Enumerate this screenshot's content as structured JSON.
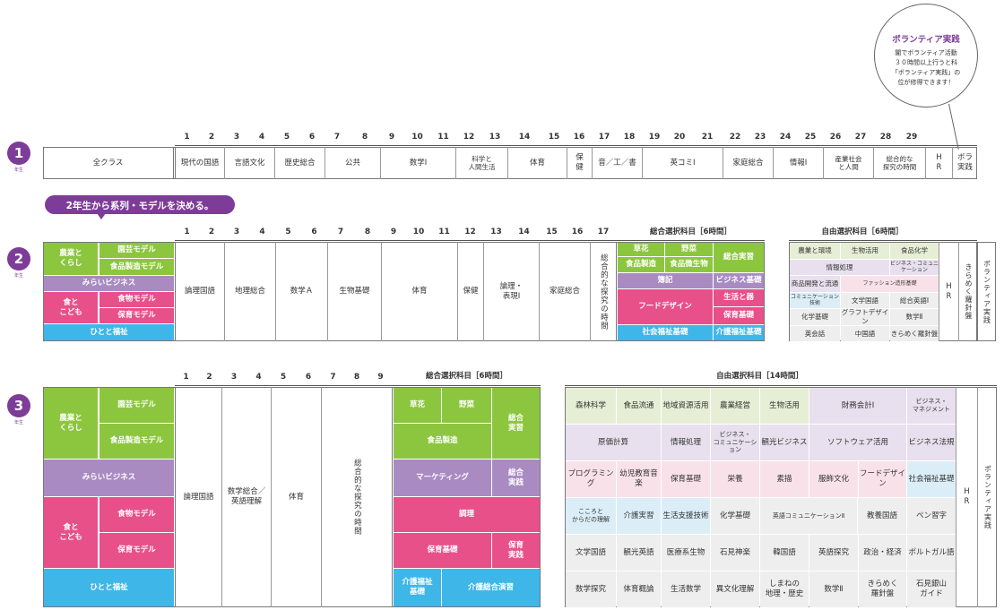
{
  "grades": {
    "g1": {
      "number": "1",
      "suffix": "年生"
    },
    "g2": {
      "number": "2",
      "suffix": "年生"
    },
    "g3": {
      "number": "3",
      "suffix": "年生"
    }
  },
  "bubble": {
    "title": "ボランティア実践",
    "body": "闇でボランティア活動\n３０時間以上行うと科\n「ボランティア実践」の\n位が修得できます！"
  },
  "callout": "2年生から系列・モデルを決める。",
  "g1": {
    "numbers": [
      "1",
      "2",
      "3",
      "4",
      "5",
      "6",
      "7",
      "8",
      "9",
      "10",
      "11",
      "12",
      "13",
      "14",
      "15",
      "16",
      "17",
      "18",
      "19",
      "20",
      "21",
      "22",
      "23",
      "24",
      "25",
      "26",
      "27",
      "28",
      "29"
    ],
    "allclass": "全クラス",
    "subjects": [
      {
        "label": "現代の国語"
      },
      {
        "label": "言語文化"
      },
      {
        "label": "歴史総合"
      },
      {
        "label": "公共"
      },
      {
        "label": "数学Ⅰ"
      },
      {
        "label": "科学と\n人間生活"
      },
      {
        "label": "体育"
      },
      {
        "label": "保\n健"
      },
      {
        "label": "音／工／書"
      },
      {
        "label": "英コミⅠ"
      },
      {
        "label": "家庭総合"
      },
      {
        "label": "情報Ⅰ"
      },
      {
        "label": "産業社会\nと人間"
      },
      {
        "label": "総合的な\n探究の時間"
      },
      {
        "label": "H\nR"
      },
      {
        "label": "ボラ\n実践"
      }
    ]
  },
  "g2": {
    "numbers": [
      "1",
      "2",
      "3",
      "4",
      "5",
      "6",
      "7",
      "8",
      "9",
      "10",
      "11",
      "12",
      "13",
      "14",
      "15",
      "16",
      "17"
    ],
    "courses": {
      "agri": "農業と\nくらし",
      "engei": "園芸モデル",
      "shoku": "食品製造モデル",
      "mirai": "みらいビジネス",
      "food": "食と\nこども",
      "shokumotsu": "食物モデル",
      "hoiku": "保育モデル",
      "hito": "ひとと福祉"
    },
    "subjects": {
      "ronri": "論理国語",
      "chiri": "地理総合",
      "suA": "数学Ａ",
      "seibutsu": "生物基礎",
      "taiiku": "体育",
      "hoken": "保健",
      "hyogen": "論理・\n表現Ⅰ",
      "katei": "家庭総合",
      "sogo": "総合的な探究の時間"
    },
    "elective": {
      "title": "総合選択科目［6時間］",
      "kusabana": "草花",
      "yasai": "野菜",
      "shokuhin": "食品製造",
      "shokuhinbio": "食品微生物",
      "sogojisshu": "総合実習",
      "boki": "簿記",
      "bizkiso": "ビジネス基礎",
      "food_design": "フードデザイン",
      "seikatsu": "生活と器",
      "hoikukiso": "保育基礎",
      "fukushi": "社会福祉基礎",
      "kaigo": "介護福祉基礎"
    },
    "free": {
      "title": "自由選択科目［6時間］",
      "rows": [
        [
          "農業と環境",
          "生物活用",
          "食品化学"
        ],
        [
          "情報処理",
          "ビジネス・コミュニケーション"
        ],
        [
          "商品開発と流通",
          "ファッション造形基礎"
        ],
        [
          "コミュニケーション技術",
          "文学国語",
          "総合英語Ⅰ"
        ],
        [
          "化学基礎",
          "グラフトデザイン",
          "数学Ⅱ"
        ],
        [
          "英会話",
          "中国語",
          "きらめく羅針盤"
        ]
      ],
      "hr": "H\nR",
      "kirameku": "きらめく羅針盤",
      "vol": "ボランティア実践"
    }
  },
  "g3": {
    "numbers": [
      "1",
      "2",
      "3",
      "4",
      "5",
      "6",
      "7",
      "8",
      "9"
    ],
    "courses": {
      "agri": "農業と\nくらし",
      "engei": "園芸モデル",
      "shoku": "食品製造モデル",
      "mirai": "みらいビジネス",
      "food": "食と\nこども",
      "shokumotsu": "食物モデル",
      "hoiku": "保育モデル",
      "hito": "ひとと福祉"
    },
    "subjects": {
      "ronri": "論理国語",
      "su": "数学総合／\n英語理解",
      "taiiku": "体育",
      "sogo": "総合的な探究の時間"
    },
    "elective": {
      "title": "総合選択科目［6時間］",
      "kusabana": "草花",
      "yasai": "野菜",
      "sogojisshu": "総合\n実習",
      "shokuhin": "食品製造",
      "marketing": "マーケティング",
      "sogojissen": "総合\n実践",
      "chori": "調理",
      "hoikukiso": "保育基礎",
      "hoikujissen": "保育\n実践",
      "kaigokiso": "介護福祉\n基礎",
      "kaigoenshu": "介護総合演習"
    },
    "free": {
      "title": "自由選択科目［14時間］",
      "rows": [
        [
          "森林科学",
          "食品流通",
          "地域資源活用",
          "農業経営",
          "生物活用",
          "財務会計Ⅰ",
          "ビジネス・\nマネジメント"
        ],
        [
          "原価計算",
          "情報処理",
          "ビジネス・\nコミュニケーション",
          "観光ビジネス",
          "ソフトウェア活用",
          "ビジネス法規"
        ],
        [
          "プログラミング",
          "幼児教育音楽",
          "保育基礎",
          "栄養",
          "素描",
          "服飾文化",
          "フードデザイン",
          "社会福祉基礎"
        ],
        [
          "こころと\nからだの理解",
          "介護実習",
          "生活支援技術",
          "化学基礎",
          "英語コミュニケーションⅡ",
          "教養国語",
          "ペン習字"
        ],
        [
          "文学国語",
          "観光英語",
          "医療系生物",
          "石見神楽",
          "韓国語",
          "英語探究",
          "政治・経済",
          "ポルトガル語"
        ],
        [
          "数学探究",
          "体育概論",
          "生活数学",
          "異文化理解",
          "しまねの\n地理・歴史",
          "数学Ⅱ",
          "きらめく\n羅針盤",
          "石見銀山\nガイド"
        ]
      ],
      "hr": "H\nR",
      "vol": "ボランティア実践"
    }
  }
}
